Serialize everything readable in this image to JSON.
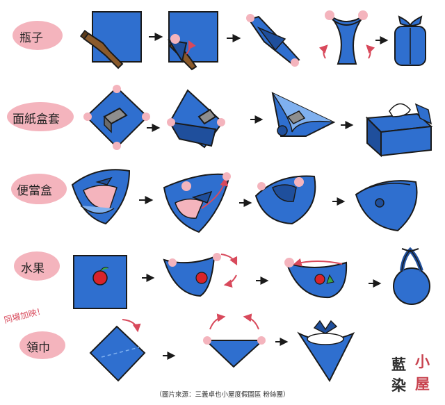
{
  "rows": {
    "bottle": {
      "label": "瓶子"
    },
    "tissue": {
      "label": "面紙盒套"
    },
    "bento": {
      "label": "便當盒"
    },
    "fruit": {
      "label": "水果"
    },
    "scarf": {
      "label": "領巾",
      "note": "同場加映！"
    }
  },
  "credit": "（圖片來源：三義卓也小屋度假園區 粉絲團）",
  "logo": {
    "chars": [
      "藍",
      "小",
      "染",
      "屋"
    ]
  },
  "colors": {
    "cloth": "#2f6fcf",
    "cloth_light": "#7fb0ef",
    "cloth_dark": "#1f4f9c",
    "highlight": "#f4b4bd",
    "accent_red": "#d8495b",
    "outline": "#1a1a1a"
  }
}
